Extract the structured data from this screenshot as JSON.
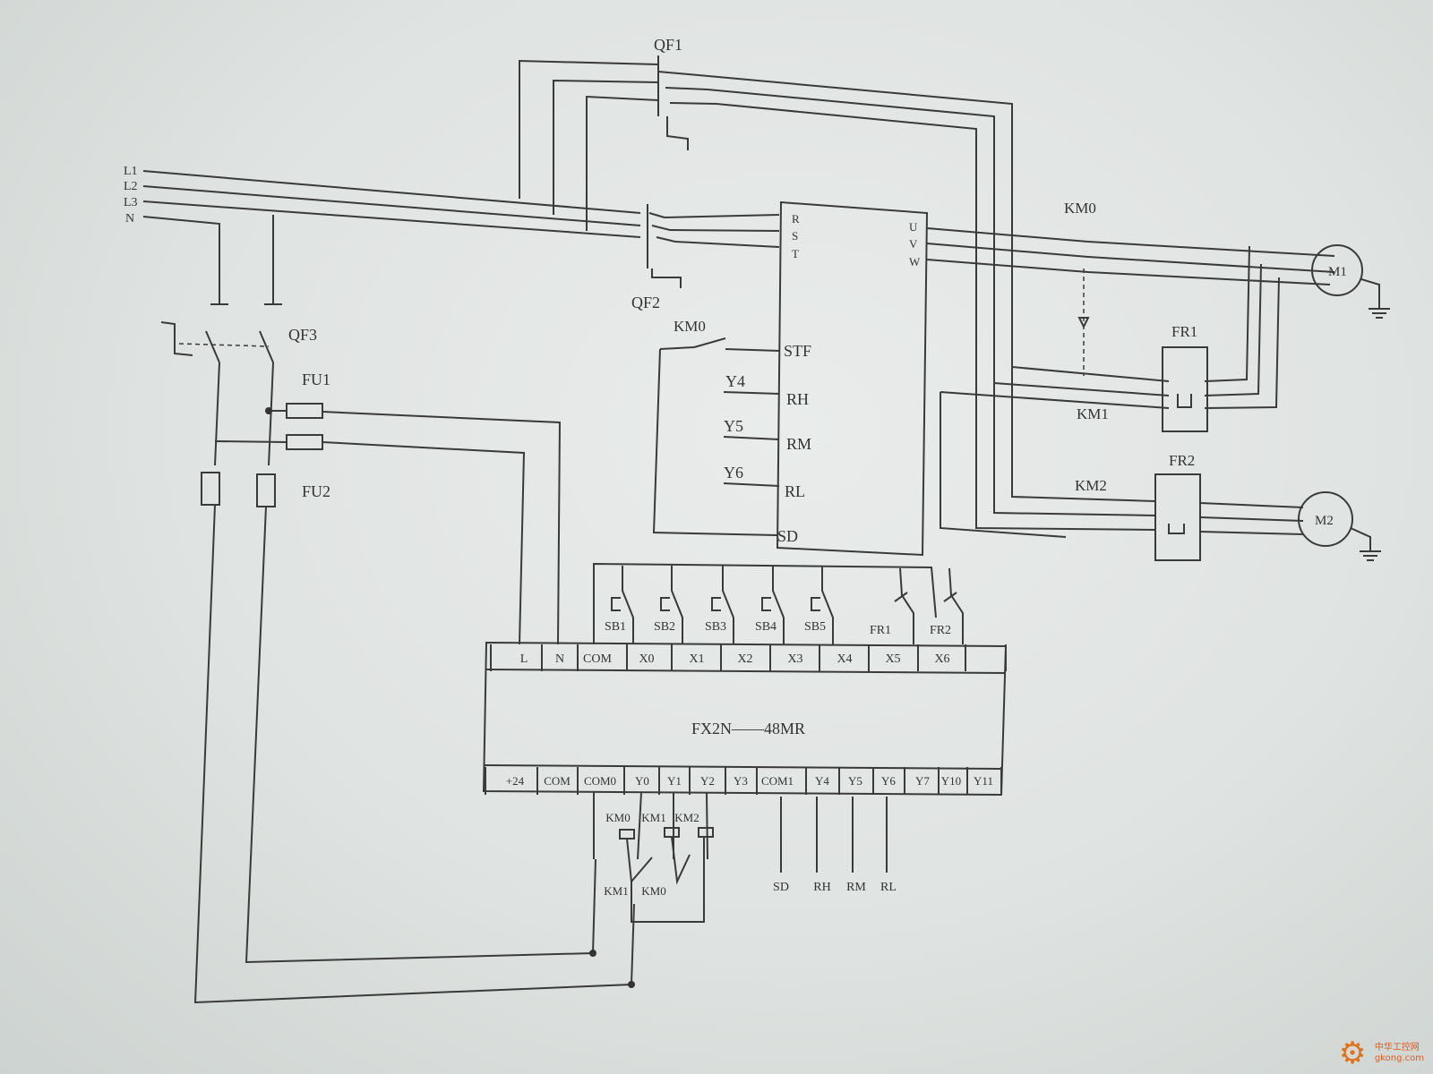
{
  "labels": {
    "qf1": "QF1",
    "qf2": "QF2",
    "qf3": "QF3",
    "l1": "L1",
    "l2": "L2",
    "l3": "L3",
    "n": "N",
    "fu1": "FU1",
    "fu2": "FU2",
    "km0": "KM0",
    "km1": "KM1",
    "km2": "KM2",
    "fr1": "FR1",
    "fr2": "FR2",
    "m1": "M1",
    "m2": "M2",
    "y4": "Y4",
    "y5": "Y5",
    "y6": "Y6"
  },
  "inverter": {
    "r": "R",
    "s": "S",
    "t": "T",
    "u": "U",
    "v": "V",
    "w": "W",
    "stf": "STF",
    "rh": "RH",
    "rm": "RM",
    "rl": "RL",
    "sd": "SD"
  },
  "plc": {
    "model": "FX2N——48MR",
    "inputs": [
      "L",
      "N",
      "COM",
      "X0",
      "X1",
      "X2",
      "X3",
      "X4",
      "X5",
      "X6",
      ""
    ],
    "outputs": [
      "+24",
      "COM",
      "COM0",
      "Y0",
      "Y1",
      "Y2",
      "Y3",
      "COM1",
      "Y4",
      "Y5",
      "Y6",
      "Y7",
      "Y10",
      "Y11"
    ]
  },
  "buttons": [
    "SB1",
    "SB2",
    "SB3",
    "SB4",
    "SB5"
  ],
  "input_thermals": [
    "FR1",
    "FR2"
  ],
  "coils": [
    "KM0",
    "KM1",
    "KM2"
  ],
  "interlocks": [
    "KM1",
    "KM0"
  ],
  "inverter_outputs": [
    "SD",
    "RH",
    "RM",
    "RL"
  ],
  "watermark": {
    "line1": "中华工控网",
    "line2": "gkong.com"
  }
}
